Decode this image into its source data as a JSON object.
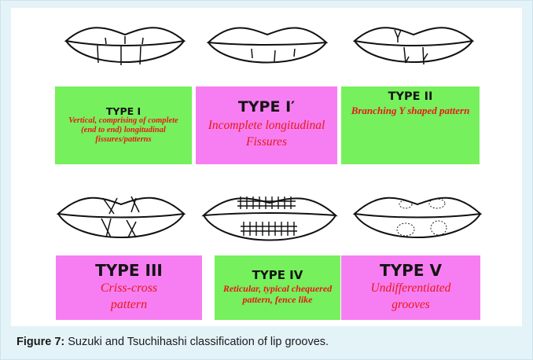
{
  "types": [
    {
      "title": "TYPE I",
      "description": "Vertical, comprising of complete (end to end) longitudinal fissures/patterns",
      "color": "#76f05c"
    },
    {
      "title": "TYPE I′",
      "description": "Incomplete longitudinal Fissures",
      "color": "#f77ef2"
    },
    {
      "title": "TYPE II",
      "description": "Branching Y shaped pattern",
      "color": "#76f05c"
    },
    {
      "title": "TYPE III",
      "description": "Criss-cross pattern",
      "color": "#f77ef2"
    },
    {
      "title": "TYPE IV",
      "description": "Reticular, typical chequered pattern, fence like",
      "color": "#76f05c"
    },
    {
      "title": "TYPE V",
      "description": "Undifferentiated grooves",
      "color": "#f77ef2"
    }
  ],
  "caption": {
    "label": "Figure 7:",
    "text": " Suzuki and Tsuchihashi classification of lip grooves."
  }
}
